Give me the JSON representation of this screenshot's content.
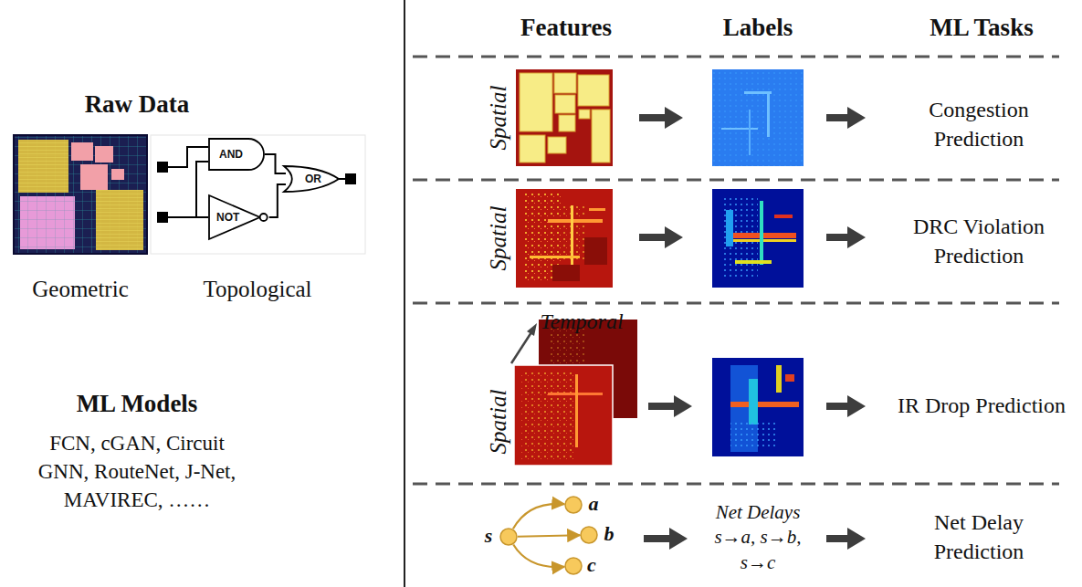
{
  "diagram": {
    "nodes": [
      {
        "text": [
          "AND"
        ]
      },
      {
        "text": [
          "NOT"
        ]
      },
      {
        "text": [
          "OR"
        ]
      },
      {
        "text": [
          "s"
        ]
      },
      {
        "text": [
          "a"
        ]
      },
      {
        "text": [
          "b"
        ]
      },
      {
        "text": [
          "c"
        ]
      }
    ],
    "edges": [
      {
        "from": 0,
        "to": 2,
        "arrow": "none"
      },
      {
        "from": 1,
        "to": 2,
        "arrow": "none"
      },
      {
        "from": 3,
        "to": 4,
        "arrow": "to"
      },
      {
        "from": 3,
        "to": 5,
        "arrow": "to"
      },
      {
        "from": 3,
        "to": 6,
        "arrow": "to"
      }
    ],
    "labels": [
      "Raw Data",
      "Geometric",
      "Topological",
      "ML Models",
      "FCN, cGAN, Circuit GNN, RouteNet, J-Net, MAVIREC, ……",
      "Features",
      "Labels",
      "ML Tasks",
      "Spatial",
      "Congestion Prediction",
      "Spatial",
      "DRC Violation Prediction",
      "Temporal",
      "Spatial",
      "IR Drop Prediction",
      "Net Delays s→a, s→b, s→c",
      "Net Delay Prediction"
    ]
  }
}
